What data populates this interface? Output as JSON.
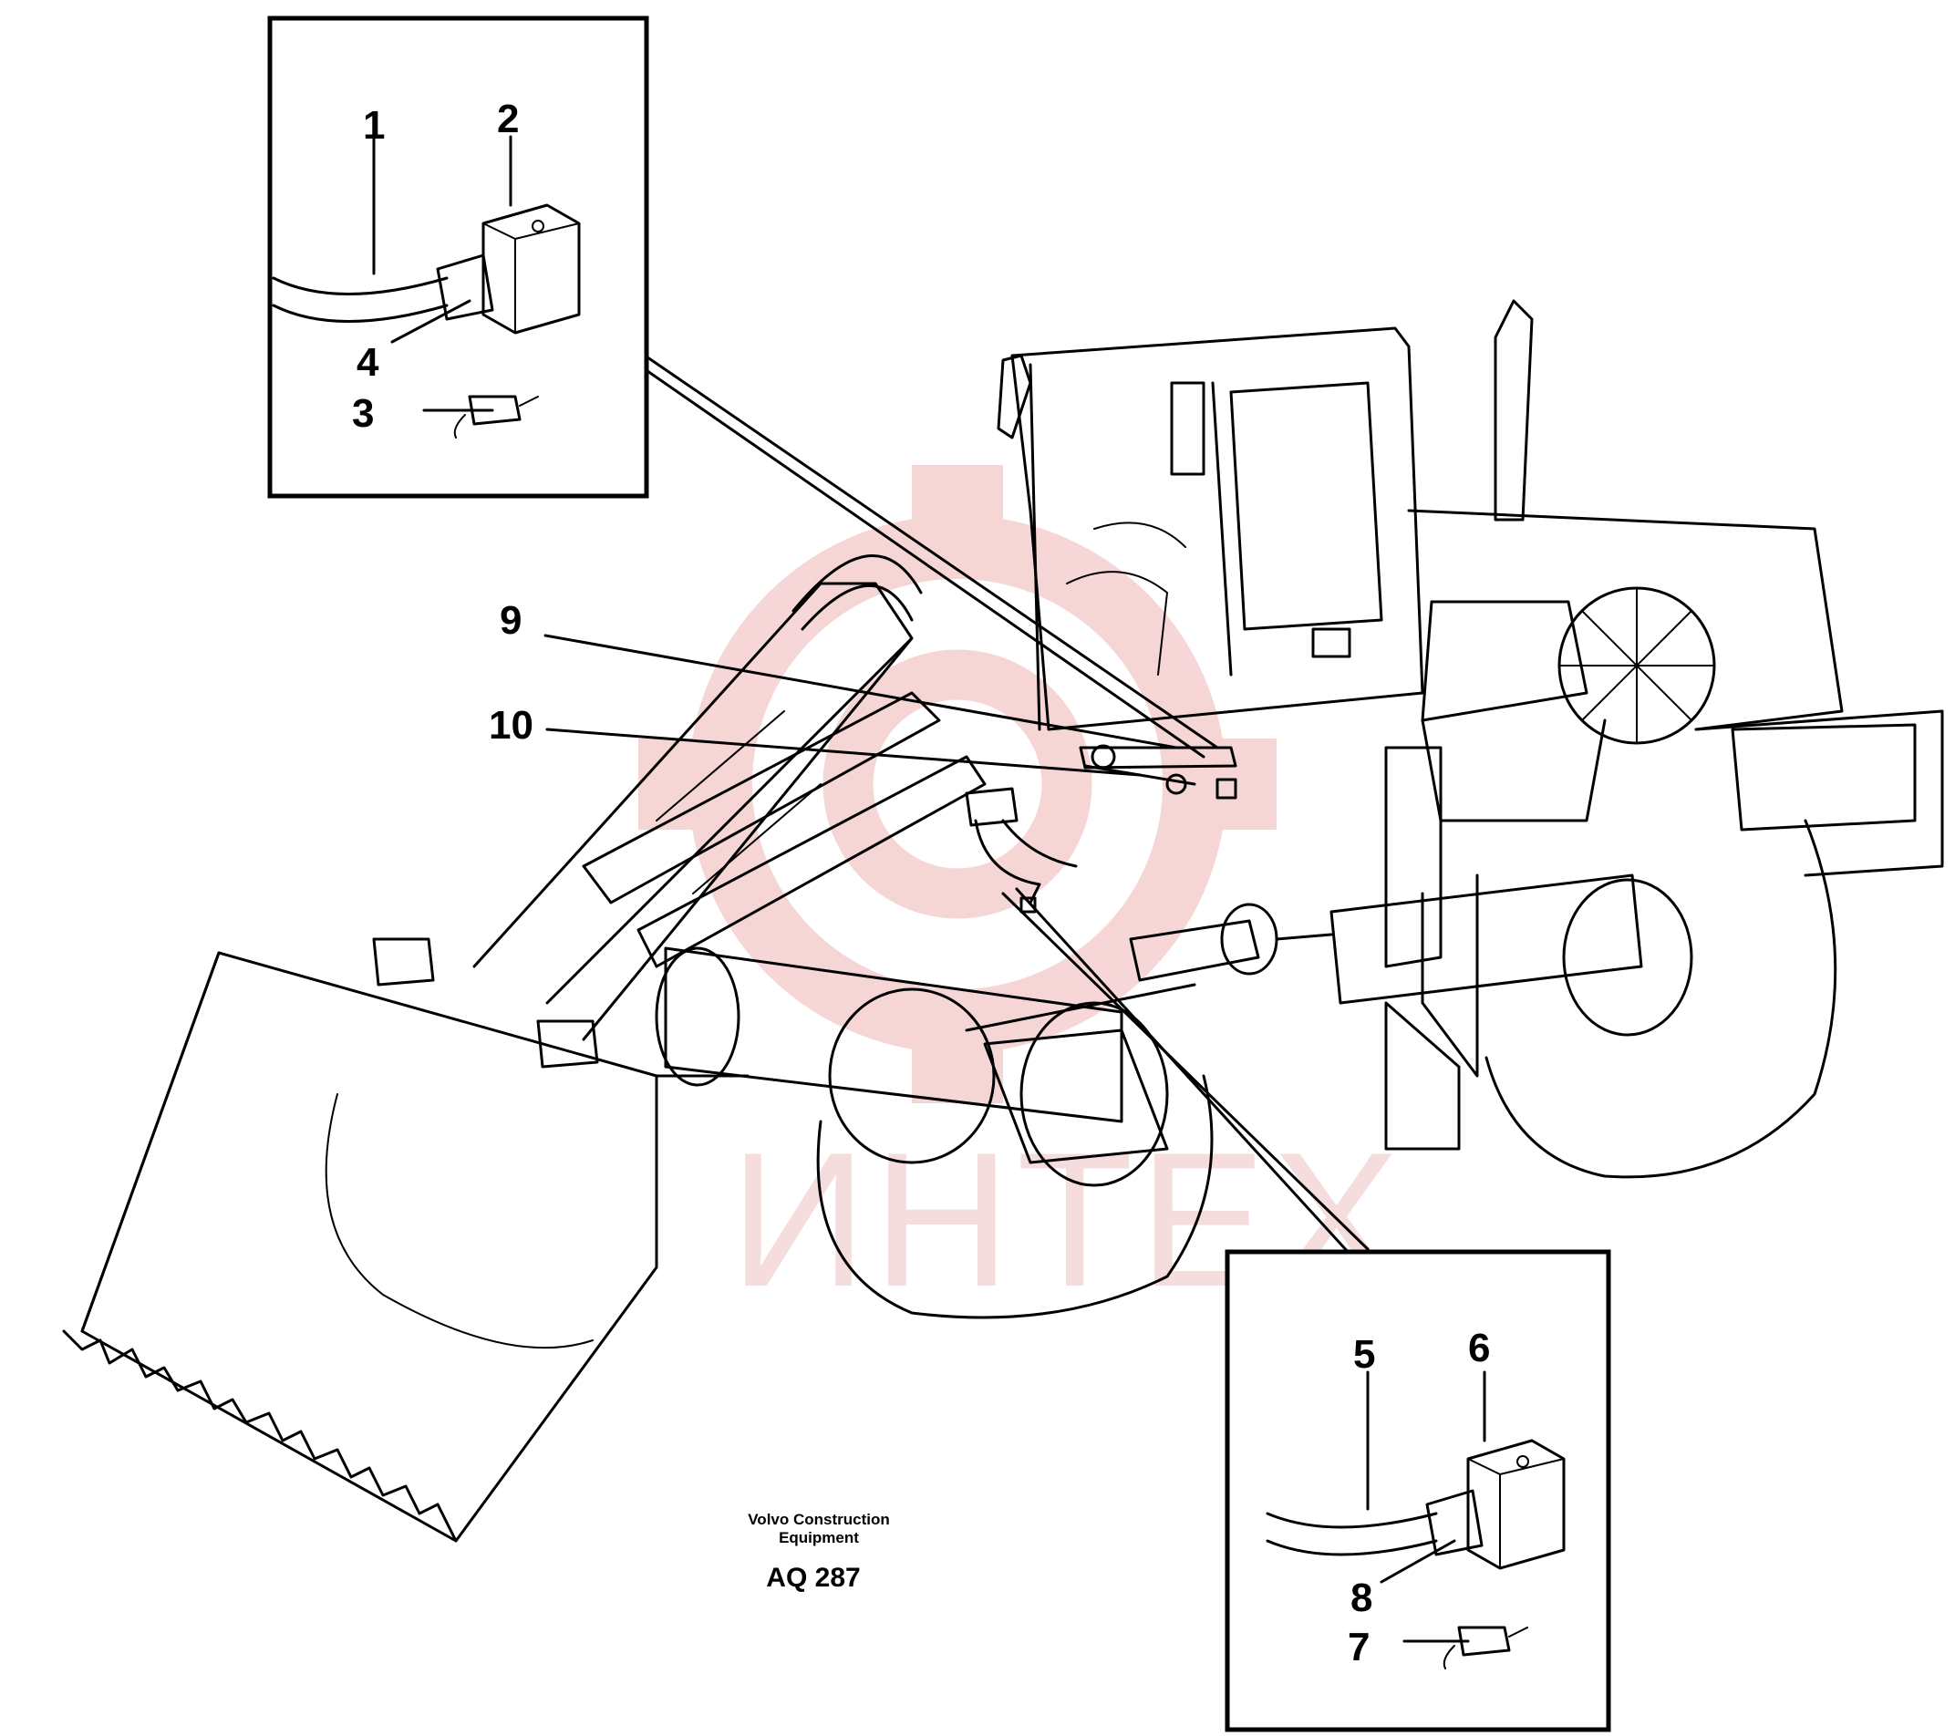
{
  "callouts": {
    "c1": "1",
    "c2": "2",
    "c3": "3",
    "c4": "4",
    "c5": "5",
    "c6": "6",
    "c7": "7",
    "c8": "8",
    "c9": "9",
    "c10": "10"
  },
  "caption": {
    "line1": "Volvo Construction",
    "line2": "Equipment",
    "code": "AQ 287"
  },
  "watermark": {
    "text": "ИНТЕХ",
    "color": "#e8a0a0"
  }
}
